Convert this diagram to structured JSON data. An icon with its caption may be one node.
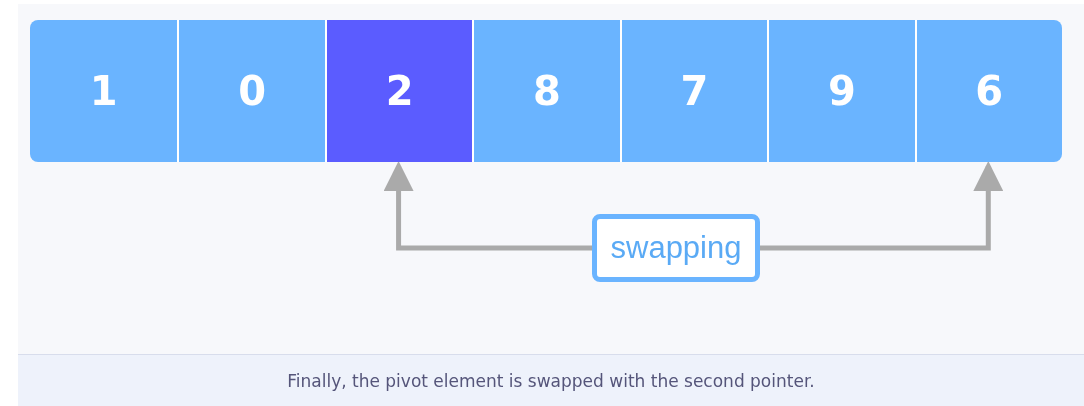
{
  "diagram": {
    "caption": "Finally, the pivot element is swapped with the second pointer.",
    "nodes": [
      {
        "text": [
          "1"
        ]
      },
      {
        "text": [
          "0"
        ]
      },
      {
        "text": [
          "2"
        ]
      },
      {
        "text": [
          "8"
        ]
      },
      {
        "text": [
          "7"
        ]
      },
      {
        "text": [
          "9"
        ]
      },
      {
        "text": [
          "6"
        ]
      },
      {
        "text": [
          "swapping"
        ]
      }
    ],
    "edges": [
      {
        "from": 7,
        "to": 2,
        "arrow": "to"
      },
      {
        "from": 7,
        "to": 6,
        "arrow": "to"
      }
    ]
  }
}
